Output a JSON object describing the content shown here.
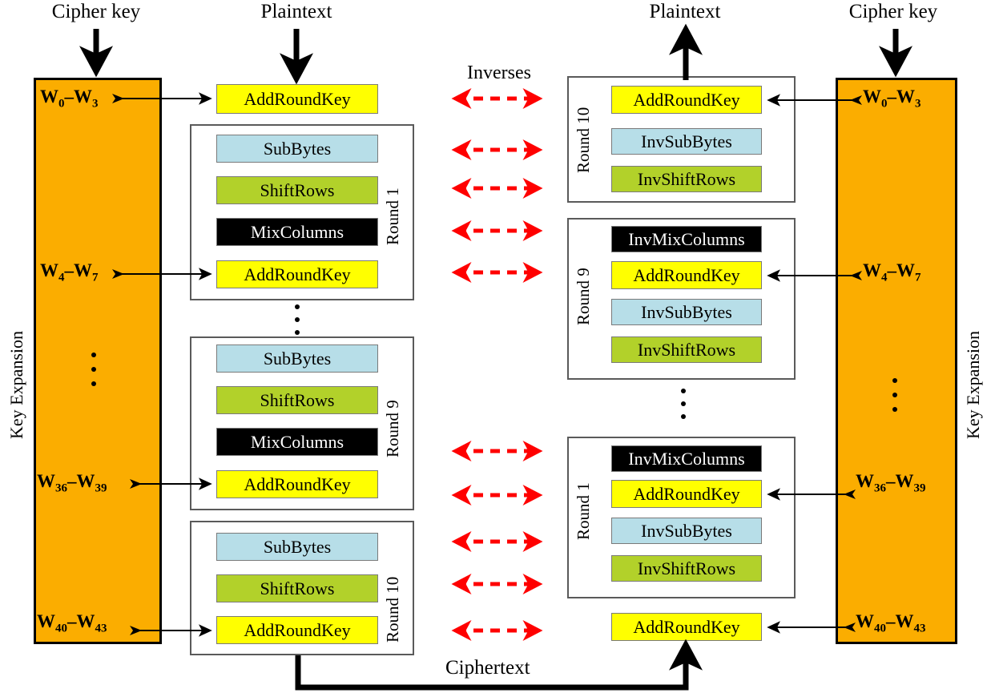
{
  "figure": {
    "title_top_left": "Cipher key",
    "title_top_left2": "Plaintext",
    "title_top_right": "Plaintext",
    "title_top_right2": "Cipher key",
    "inverses_label": "Inverses",
    "ciphertext_label": "Ciphertext",
    "key_expansion_left": "Key Expansion",
    "key_expansion_right": "Key Expansion"
  },
  "colors": {
    "key_column": "#FBAD00",
    "add_round_key": "#FFFF00",
    "sub_bytes": "#B7DEE8",
    "shift_rows": "#B2D12A",
    "mix_columns": "#000000",
    "inverse_arrow": "#FF0000",
    "outline": "#000000"
  },
  "left_key_words": [
    {
      "label": "W",
      "from": "0",
      "to": "3",
      "text": "W0–W3"
    },
    {
      "label": "W",
      "from": "4",
      "to": "7",
      "text": "W4–W7"
    },
    {
      "label": "W",
      "from": "36",
      "to": "39",
      "text": "W36–W39"
    },
    {
      "label": "W",
      "from": "40",
      "to": "43",
      "text": "W40–W43"
    }
  ],
  "right_key_words": [
    {
      "label": "W",
      "from": "0",
      "to": "3",
      "text": "W0–W3"
    },
    {
      "label": "W",
      "from": "4",
      "to": "7",
      "text": "W4–W7"
    },
    {
      "label": "W",
      "from": "36",
      "to": "39",
      "text": "W36–W39"
    },
    {
      "label": "W",
      "from": "40",
      "to": "43",
      "text": "W40–W43"
    }
  ],
  "encryption": {
    "initial_op": "AddRoundKey",
    "rounds": [
      {
        "name": "Round 1",
        "ops": [
          "SubBytes",
          "ShiftRows",
          "MixColumns",
          "AddRoundKey"
        ]
      },
      {
        "name": "Round 9",
        "ops": [
          "SubBytes",
          "ShiftRows",
          "MixColumns",
          "AddRoundKey"
        ]
      },
      {
        "name": "Round 10",
        "ops": [
          "SubBytes",
          "ShiftRows",
          "AddRoundKey"
        ]
      }
    ]
  },
  "decryption": {
    "rounds": [
      {
        "name": "Round 10",
        "ops": [
          "AddRoundKey",
          "InvSubBytes",
          "InvShiftRows"
        ]
      },
      {
        "name": "Round 9",
        "ops": [
          "InvMixColumns",
          "AddRoundKey",
          "InvSubBytes",
          "InvShiftRows"
        ]
      },
      {
        "name": "Round 1",
        "ops": [
          "InvMixColumns",
          "AddRoundKey",
          "InvSubBytes",
          "InvShiftRows"
        ]
      }
    ],
    "final_op": "AddRoundKey"
  },
  "inverse_pairs": 10
}
